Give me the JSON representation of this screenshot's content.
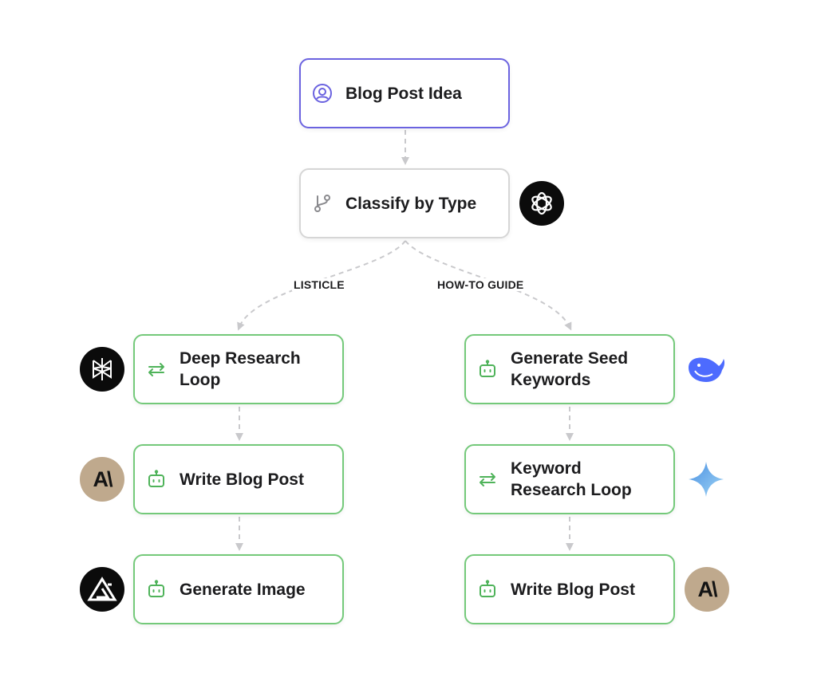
{
  "nodes": {
    "blog_post_idea": "Blog Post Idea",
    "classify_by_type": "Classify by Type",
    "deep_research_loop": "Deep Research Loop",
    "write_blog_post_left": "Write Blog Post",
    "generate_image": "Generate Image",
    "generate_seed_keywords": "Generate Seed Keywords",
    "keyword_research_loop": "Keyword Research Loop",
    "write_blog_post_right": "Write Blog Post"
  },
  "branches": {
    "left": "LISTICLE",
    "right": "HOW-TO GUIDE"
  },
  "avatars": {
    "anthropic_left": "A\\",
    "anthropic_right": "A\\"
  },
  "icons": {
    "input": "user-circle-icon",
    "router": "git-branch-icon",
    "loop": "repeat-icon",
    "agent": "robot-icon",
    "openai": "openai-logo-icon",
    "perplexity": "perplexity-logo-icon",
    "anthropic": "anthropic-logo-icon",
    "image_model": "triangle-logo-icon",
    "deepseek": "deepseek-whale-icon",
    "gemini": "gemini-sparkle-icon"
  },
  "colors": {
    "input_border": "#6b63e0",
    "router_border": "#d6d6d6",
    "agent_border": "#74c97a",
    "agent_icon": "#4fb35a",
    "connector": "#c9c9cc",
    "deepseek": "#4d6bfe"
  }
}
